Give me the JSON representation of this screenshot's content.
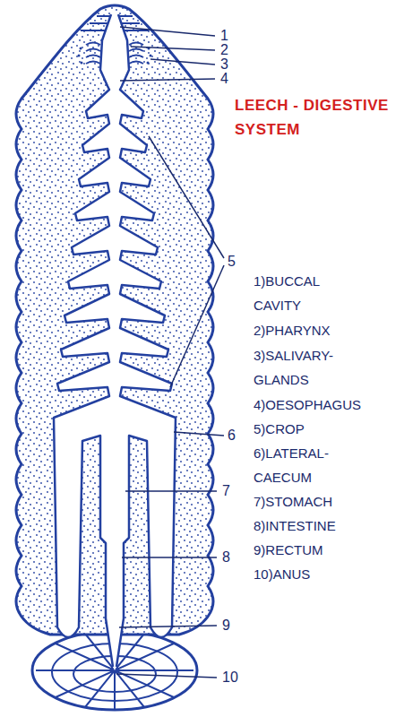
{
  "diagram": {
    "title": "LEECH - DIGESTIVE SYSTEM",
    "labels": [
      "1",
      "2",
      "3",
      "4",
      "5",
      "6",
      "7",
      "8",
      "9",
      "10",
      "1)BUCCAL CAVITY",
      "2)PHARYNX",
      "3)SALIVARY- GLANDS",
      "4)OESOPHAGUS",
      "5)CROP",
      "6)LATERAL- CAECUM",
      "7)STOMACH",
      "8)INTESTINE",
      "9)RECTUM",
      "10)ANUS"
    ]
  }
}
